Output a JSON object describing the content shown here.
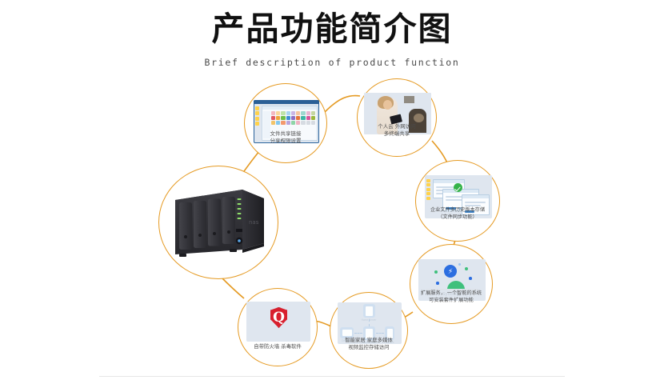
{
  "header": {
    "title": "产品功能简介图",
    "subtitle": "Brief description of product function"
  },
  "colors": {
    "accent": "#E59A22",
    "title": "#111111",
    "caption": "#4b4b4b",
    "divider": "#e6e6e6",
    "background": "#ffffff"
  },
  "center": {
    "name": "nas-device",
    "alt": "4-bay NAS storage device"
  },
  "nodes": [
    {
      "id": "share",
      "icon": "file-manager-screenshot",
      "caption_line1": "文件共享链接",
      "caption_line2": "分享权限设置"
    },
    {
      "id": "cloud",
      "icon": "person-tablet-photo",
      "caption_line1": "个人云 外网访问",
      "caption_line2": "多终端共享"
    },
    {
      "id": "version",
      "icon": "file-sync-screenshot",
      "caption_line1": "企业文件多历史版本存储",
      "caption_line2": "（文件同步功能）"
    },
    {
      "id": "expand",
      "icon": "package-center-illustration",
      "caption_line1": "扩展服务， 一个智能的系统",
      "caption_line2": "可安装套件扩展功能"
    },
    {
      "id": "smart",
      "icon": "device-network-diagram",
      "caption_line1": "智能家居 家庭多媒体",
      "caption_line2": "视频监控存储访问"
    },
    {
      "id": "security",
      "icon": "q-shield-antivirus",
      "caption_line1": "自带防火墙 杀毒软件",
      "caption_line2": ""
    }
  ]
}
